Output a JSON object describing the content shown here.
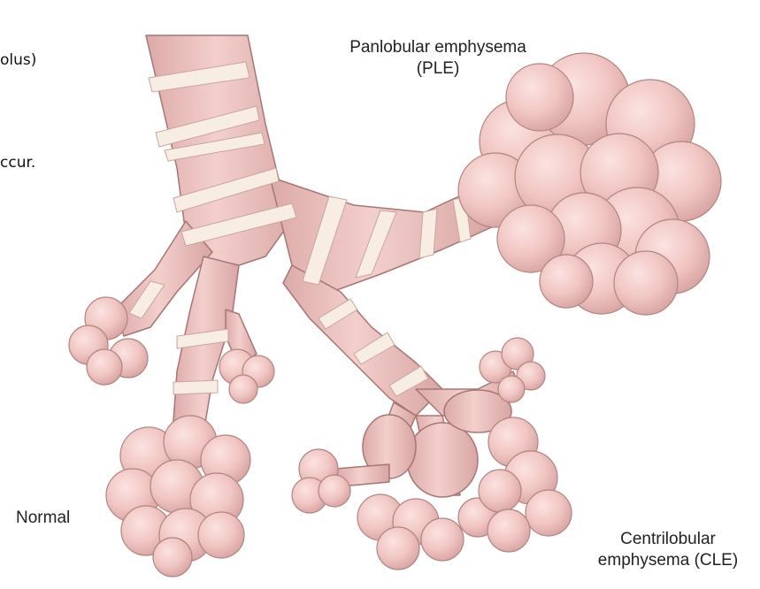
{
  "fragments": {
    "line1": "olus)",
    "line2": "ccur."
  },
  "labels": {
    "ple_line1": "Panlobular emphysema",
    "ple_line2": "(PLE)",
    "normal": "Normal",
    "cle_line1": "Centrilobular",
    "cle_line2": "emphysema (CLE)"
  },
  "colors": {
    "tissue": "#f1c6c3",
    "tissue_shade": "#d49d9b",
    "cartilage": "#f7ede3",
    "outline": "#a57674"
  }
}
